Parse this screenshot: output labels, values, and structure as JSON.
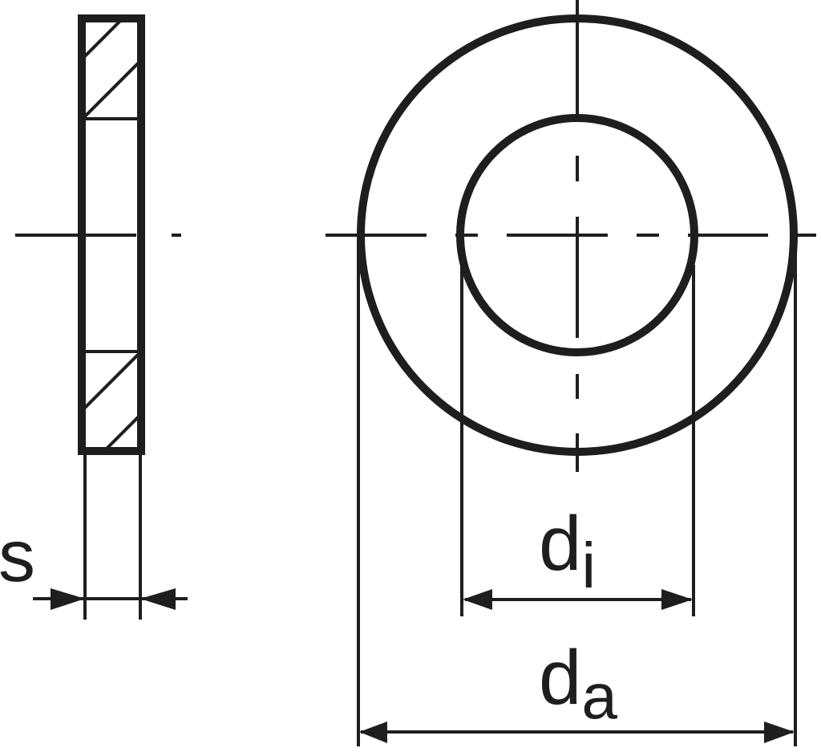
{
  "diagram": {
    "subject": "Flat washer technical drawing",
    "line_color": "#1e1e1e",
    "background": "#ffffff",
    "views": {
      "side_view": {
        "description": "Sectioned side view with hatched cross-section"
      },
      "front_view": {
        "description": "Front view showing outer and inner circles with center lines"
      }
    },
    "dimensions": {
      "thickness": {
        "symbol": "s",
        "label": "s"
      },
      "inner_diameter": {
        "symbol": "d",
        "subscript": "i"
      },
      "outer_diameter": {
        "symbol": "d",
        "subscript": "a"
      }
    }
  }
}
